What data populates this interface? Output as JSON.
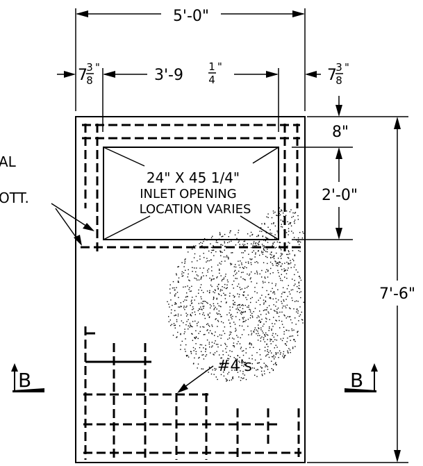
{
  "dimensions": {
    "overall_width": "5'-0\"",
    "left_offset_whole": "7",
    "left_offset_num": "3",
    "left_offset_den": "8",
    "left_offset_inch": "\"",
    "right_offset_whole": "7",
    "right_offset_num": "3",
    "right_offset_den": "8",
    "right_offset_inch": "\"",
    "inner_width_main": "3'-9",
    "inner_width_num": "1",
    "inner_width_den": "4",
    "inner_width_inch": "\"",
    "top_edge": "8\"",
    "opening_height": "2'-0\"",
    "overall_height": "7'-6\""
  },
  "opening": {
    "line1": "24\" X 45 1/4\"",
    "line2": "INLET OPENING",
    "line3": "LOCATION VARIES"
  },
  "notes": {
    "left_partial_1": "AL",
    "left_partial_2": "OTT.",
    "rebar_label": "#4's"
  },
  "sections": {
    "left": "B",
    "right": "B"
  },
  "colors": {
    "ink": "#000000",
    "background": "#ffffff"
  }
}
